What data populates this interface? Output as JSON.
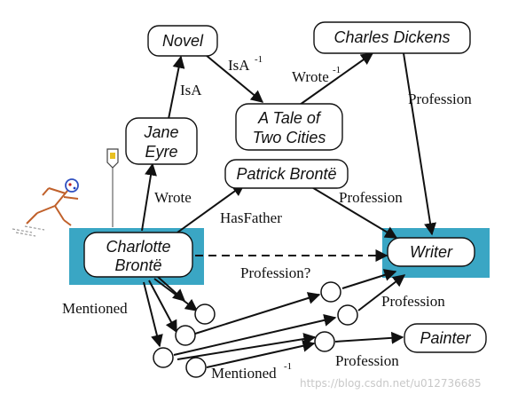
{
  "colors": {
    "highlight": "#3aa6c4",
    "stroke": "#111111",
    "watermark": "#c8c8c8"
  },
  "nodes": {
    "novel": "Novel",
    "charles_dickens": "Charles Dickens",
    "jane_eyre_line1": "Jane",
    "jane_eyre_line2": "Eyre",
    "tale_line1": "A Tale of",
    "tale_line2": "Two Cities",
    "patrick_bronte": "Patrick Brontë",
    "charlotte_line1": "Charlotte",
    "charlotte_line2": "Brontë",
    "writer": "Writer",
    "painter": "Painter"
  },
  "edges": {
    "isa_jane_novel": "IsA",
    "isa_inverse": "IsA",
    "isa_inverse_sup": "-1",
    "wrote_inverse": "Wrote",
    "wrote_inverse_sup": "-1",
    "profession_dickens": "Profession",
    "wrote_charlotte_jane": "Wrote",
    "profession_patrick": "Profession",
    "has_father": "HasFather",
    "profession_question": "Profession?",
    "mentioned": "Mentioned",
    "profession_anon": "Profession",
    "mentioned_inverse": "Mentioned",
    "mentioned_inverse_sup": "-1",
    "profession_painter": "Profession"
  },
  "icons": {
    "figure": "running-stick-figure-icon",
    "flag": "flag-marker-icon"
  },
  "watermark": "https://blog.csdn.net/u012736685"
}
